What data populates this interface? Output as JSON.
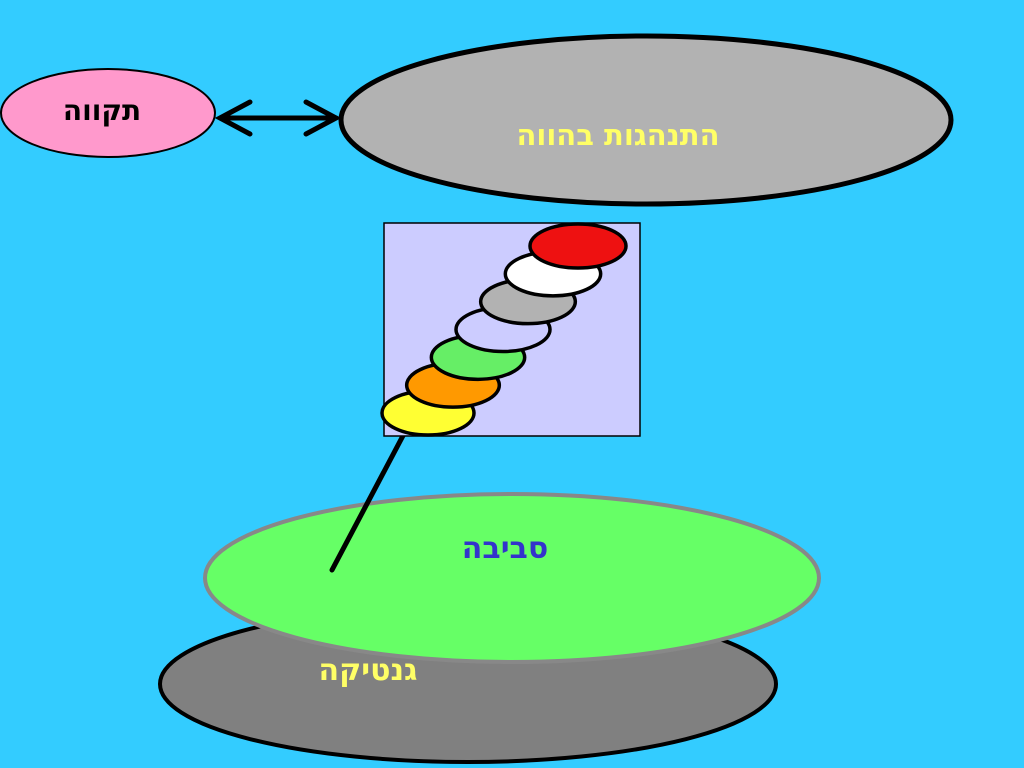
{
  "labels": {
    "hope": "תקווה",
    "present_behavior": "התנהגות  בהווה",
    "environment": "סביבה",
    "genetics": "גנטיקה"
  },
  "colors": {
    "background": "#33ccff",
    "hope_fill": "#ff99cc",
    "present_behavior_fill": "#b2b2b2",
    "present_behavior_text": "#ffff66",
    "environment_fill": "#66ff66",
    "environment_text": "#3333cc",
    "genetics_fill": "#808080",
    "genetics_text": "#ffff66",
    "stack_panel": "#ccccff",
    "stack_discs": [
      "#ffff33",
      "#ff9900",
      "#66ee66",
      "#ccccff",
      "#b2b2b2",
      "#ffffff",
      "#ee1111"
    ]
  }
}
